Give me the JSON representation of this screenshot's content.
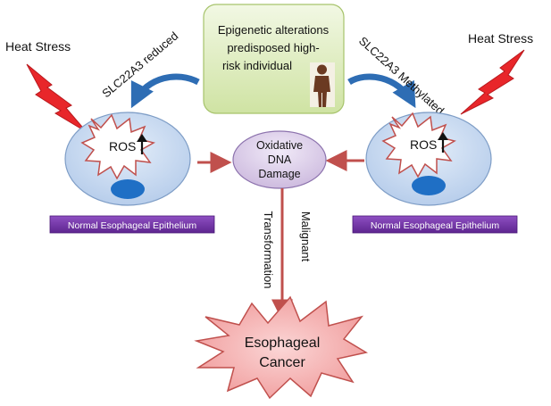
{
  "center_box": {
    "lines": [
      "Epigenetic alterations",
      "predisposed high-",
      "risk individual"
    ],
    "icon": "person-icon"
  },
  "left": {
    "stress_label": "Heat Stress",
    "arrow_label": "SLC22A3 reduced",
    "cell_label": "ROS",
    "epithelium_label": "Normal Esophageal Epithelium",
    "icon": "lightning-bolt-icon"
  },
  "right": {
    "stress_label": "Heat Stress",
    "arrow_label": "SLC22A3 Methylated",
    "cell_label": "ROS",
    "epithelium_label": "Normal Esophageal Epithelium",
    "icon": "lightning-bolt-icon"
  },
  "center_node": {
    "lines": [
      "Oxidative",
      "DNA",
      "Damage"
    ]
  },
  "transformation_label": {
    "lines": [
      "Malignant",
      "Transformation"
    ]
  },
  "cancer": {
    "lines": [
      "Esophageal",
      "Cancer"
    ]
  },
  "colors": {
    "cell_fill": "#c6d9f1",
    "nucleus": "#1f6fc5",
    "box_fill": "#e2efc4",
    "label_fill": "#7030a0",
    "arrow_red": "#c0504d",
    "arrow_blue": "#2e6db4",
    "bolt": "#e8262a",
    "ellipse_fill": "#e0d4ec",
    "cancer_fill": "#f4a8a8"
  }
}
